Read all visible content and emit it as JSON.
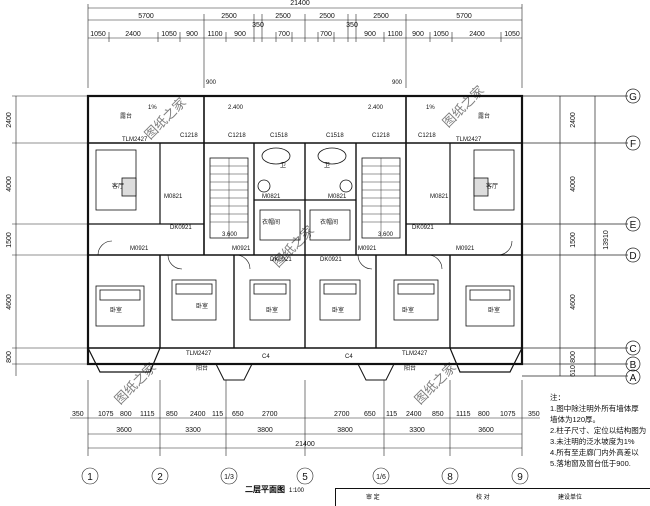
{
  "dims_top_total": "21400",
  "dims_top_row1": [
    "5700",
    "2500",
    "350",
    "2500",
    "2500",
    "350",
    "2500",
    "5700"
  ],
  "dims_top_row2": [
    "1050",
    "2400",
    "1050",
    "900",
    "1100",
    "900",
    "700",
    "700",
    "900",
    "1100",
    "900",
    "1050",
    "2400",
    "1050"
  ],
  "dims_bottom_row1": [
    "350",
    "1075",
    "800",
    "1115",
    "850",
    "2400",
    "115",
    "650",
    "2700",
    "2700",
    "650",
    "115",
    "2400",
    "850",
    "1115",
    "800",
    "1075",
    "350"
  ],
  "dims_bottom_row2": [
    "3600",
    "3300",
    "3800",
    "3800",
    "3300",
    "3600"
  ],
  "dims_bottom_total": "21400",
  "dims_side": [
    "2400",
    "4000",
    "1500",
    "4600",
    "800",
    "610"
  ],
  "dims_side_total": "13910",
  "grid_h": [
    "G",
    "F",
    "E",
    "D",
    "C",
    "B",
    "A"
  ],
  "grid_v": [
    "1",
    "2",
    "1/3",
    "5",
    "1/6",
    "8",
    "9"
  ],
  "rooms": {
    "balcony": "露台",
    "living": "客厅",
    "bath": "卫",
    "bedroom": "卧室",
    "storage": "衣帽间",
    "terrace": "阳台"
  },
  "codes": [
    "TLM2427",
    "C1218",
    "C1518",
    "M0821",
    "M0921",
    "DK0921",
    "C4",
    "900",
    "2.400",
    "3.600",
    "1%"
  ],
  "watermark": "图纸之家",
  "title": "二层平面图",
  "scale": "1:100",
  "notes": {
    "heading": "注：",
    "items": [
      "1.图中除注明外所有墙体厚",
      "墙体为120厚。",
      "2.柱子尺寸、定位以结构图为",
      "3.未注明的泛水坡度为1%",
      "4.所有至走廊门内外高差以",
      "5.落地窗及窗台低于900."
    ]
  },
  "table_cells": [
    "审  定",
    "校  对",
    "建设单位"
  ]
}
